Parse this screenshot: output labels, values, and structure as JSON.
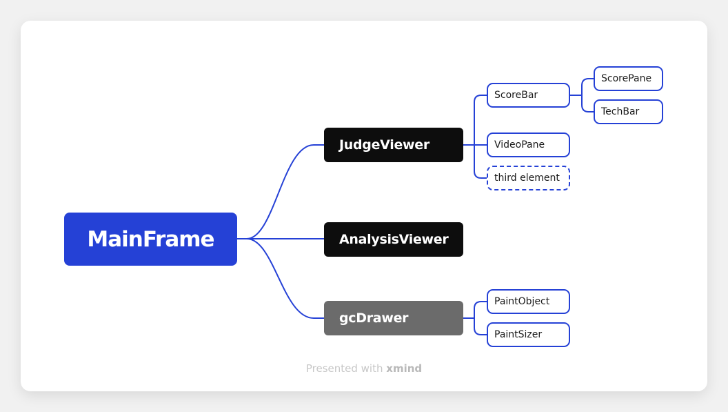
{
  "mindmap": {
    "root": {
      "label": "MainFrame",
      "color": "#2541d6"
    },
    "branches": [
      {
        "label": "JudgeViewer",
        "style": "dark",
        "children": [
          {
            "label": "ScoreBar",
            "children": [
              {
                "label": "ScorePane"
              },
              {
                "label": "TechBar"
              }
            ]
          },
          {
            "label": "VideoPane"
          },
          {
            "label": "third element",
            "placeholder": true
          }
        ]
      },
      {
        "label": "AnalysisViewer",
        "style": "dark",
        "children": []
      },
      {
        "label": "gcDrawer",
        "style": "grey",
        "children": [
          {
            "label": "PaintObject"
          },
          {
            "label": "PaintSizer"
          }
        ]
      }
    ],
    "connector_color": "#2541d6"
  },
  "footer": {
    "prefix": "Presented with",
    "brand": "xmind"
  }
}
